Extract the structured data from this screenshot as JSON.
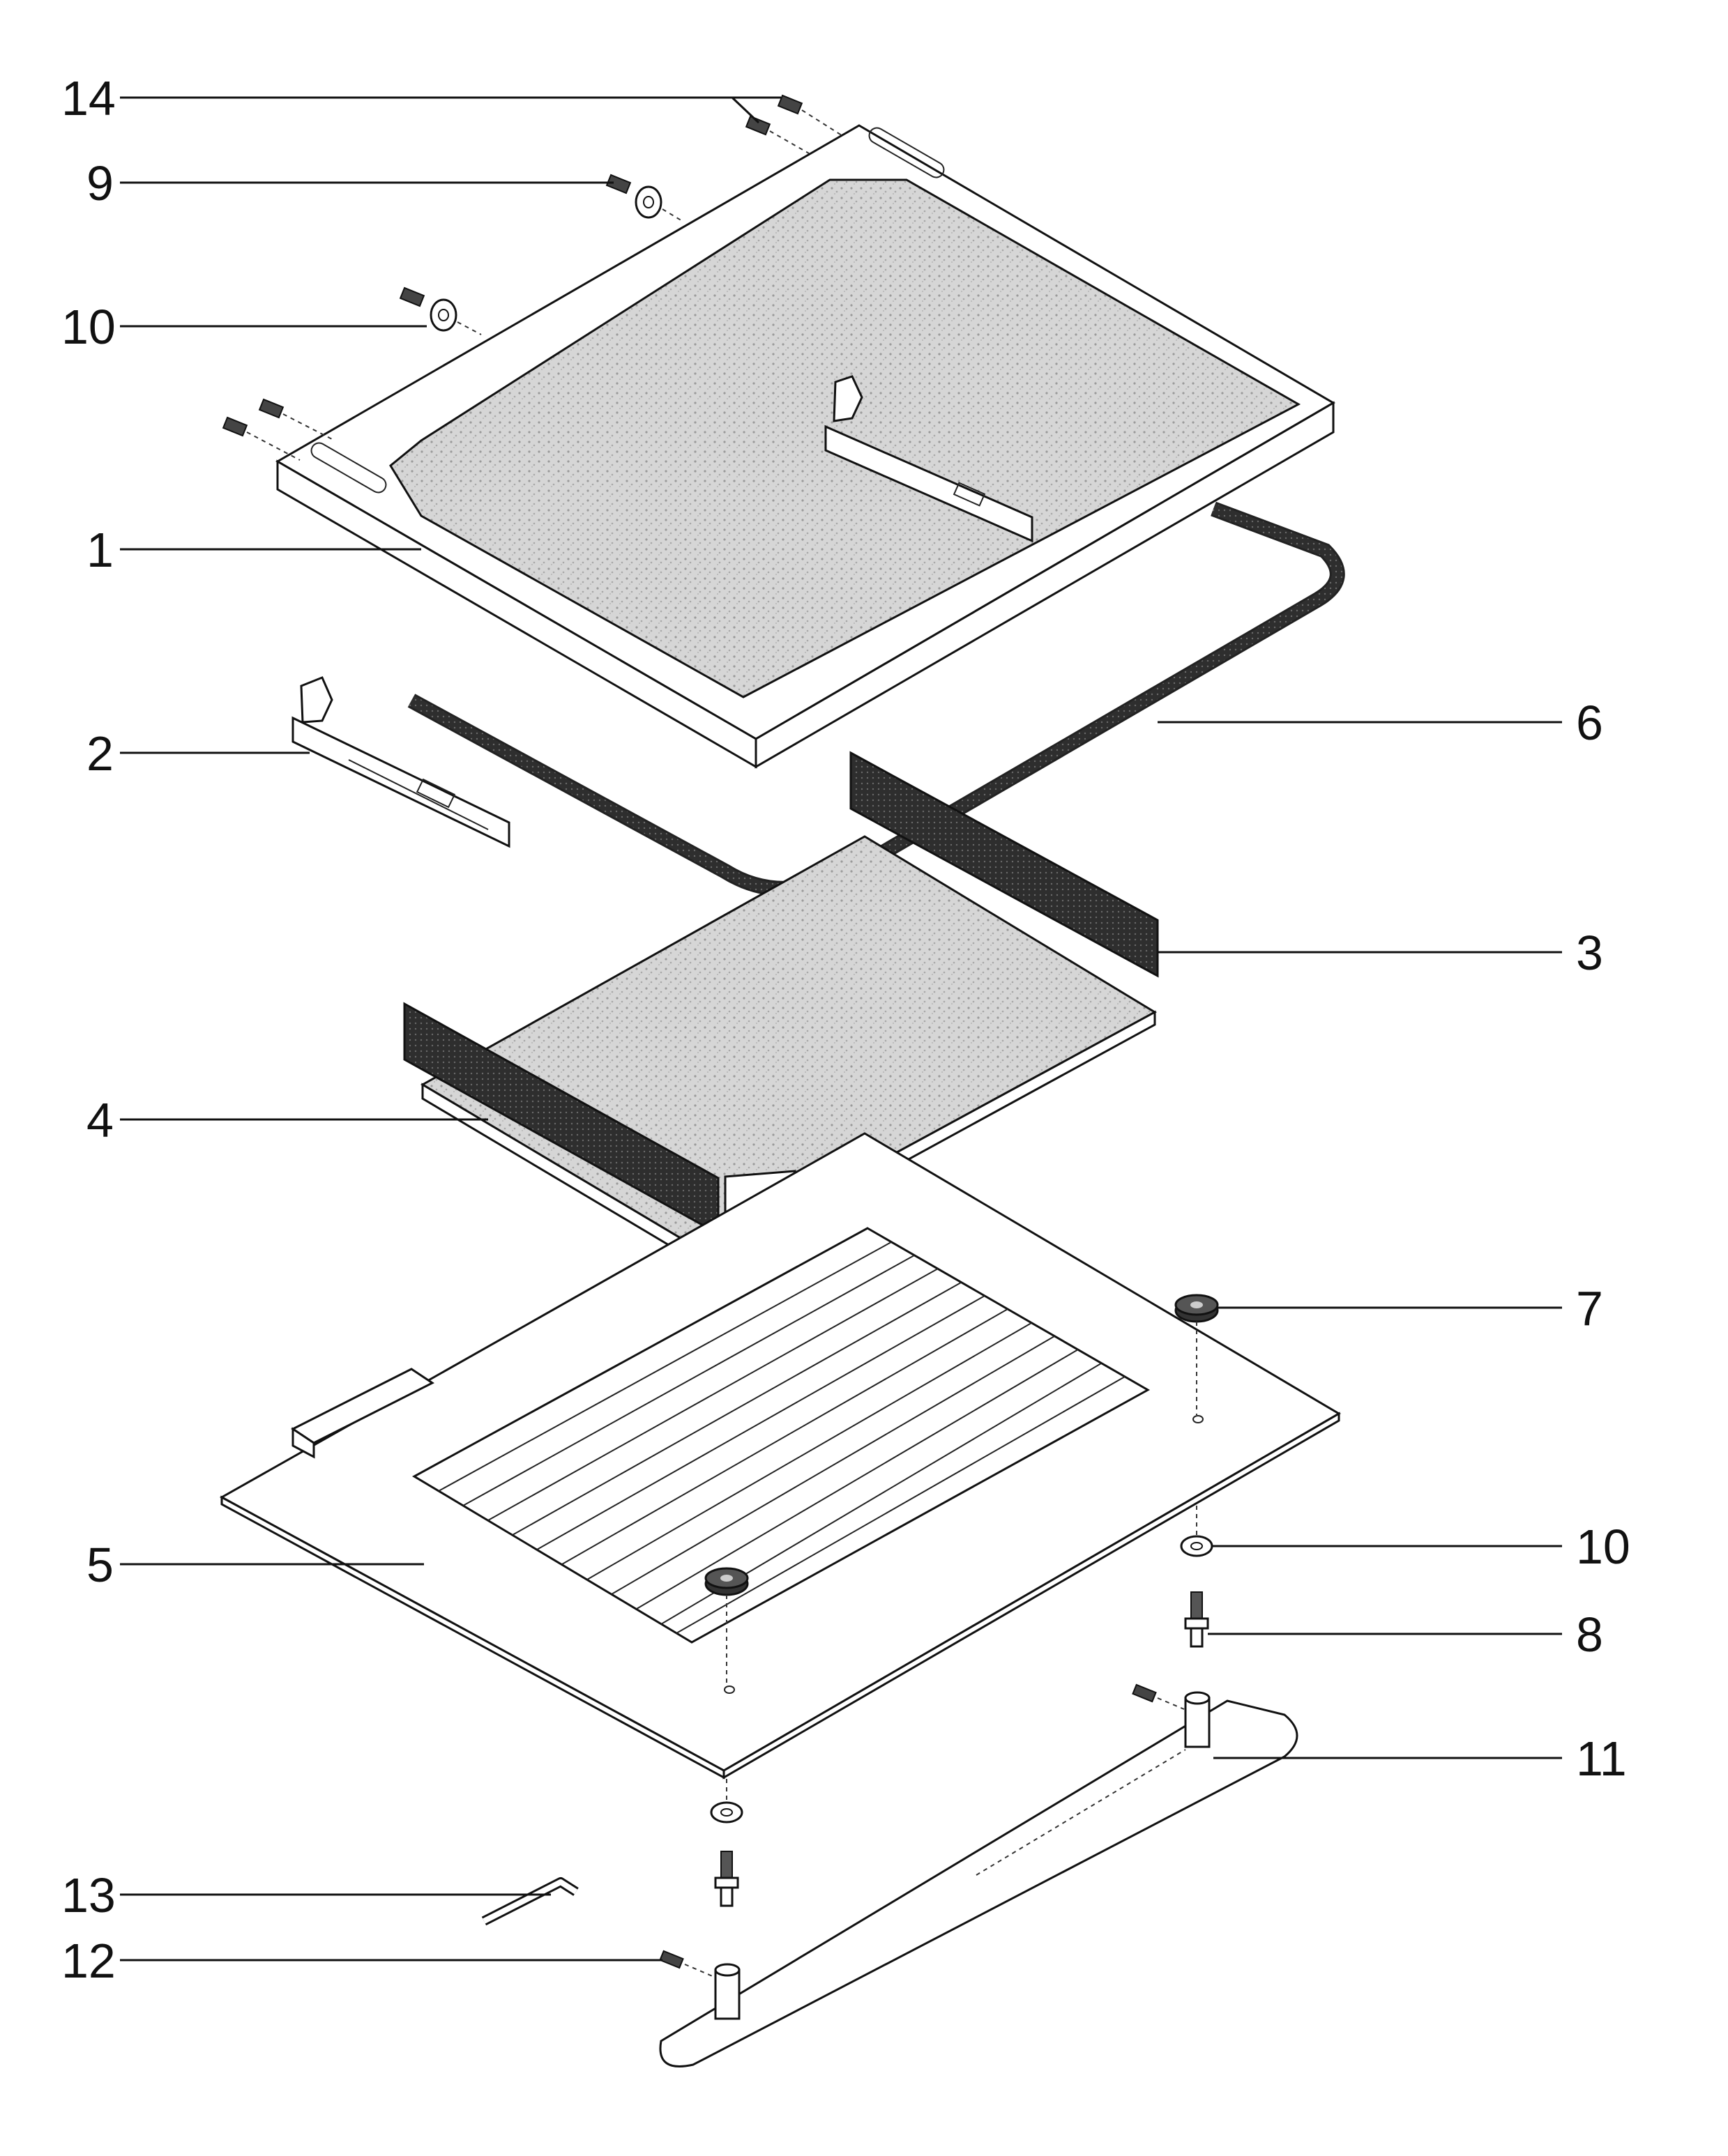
{
  "callouts": {
    "c14": "14",
    "c9": "9",
    "c10_top": "10",
    "c1": "1",
    "c2": "2",
    "c6": "6",
    "c3": "3",
    "c4": "4",
    "c7": "7",
    "c5": "5",
    "c10_right": "10",
    "c8": "8",
    "c11": "11",
    "c13": "13",
    "c12": "12"
  },
  "colors": {
    "line": "#111111",
    "panel_fill": "#cfcfcf",
    "gasket": "#3a3a3a",
    "background": "#ffffff"
  }
}
